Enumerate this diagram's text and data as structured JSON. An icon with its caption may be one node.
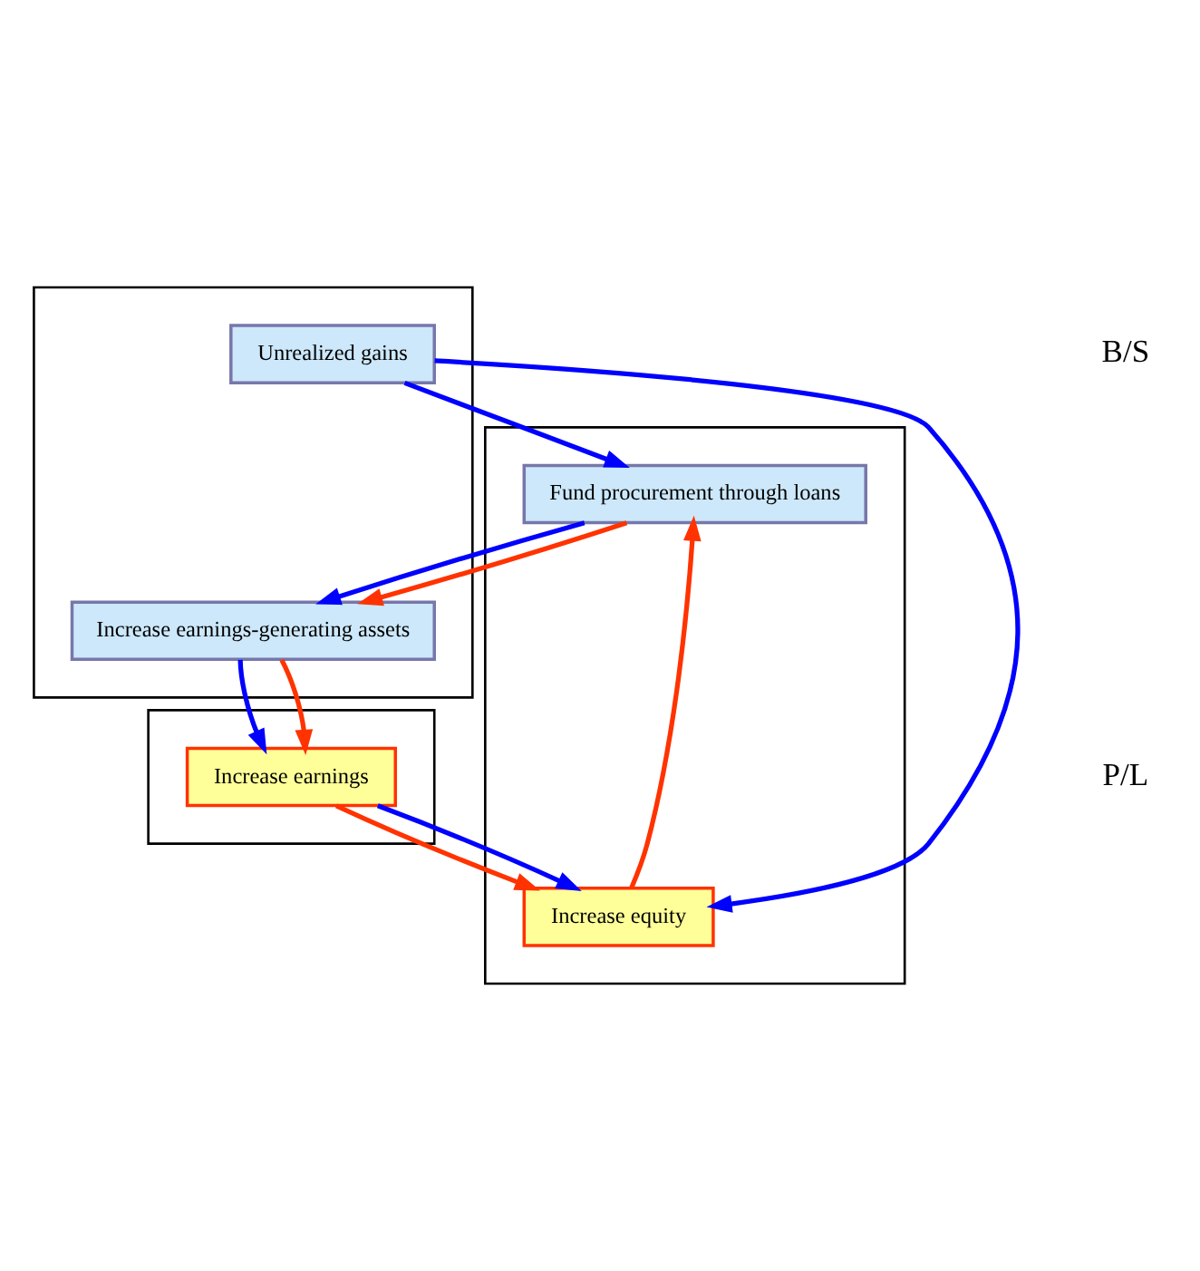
{
  "diagram": {
    "nodes": [
      {
        "text": [],
        "shape": "box"
      },
      {
        "text": [
          "Unrealized gains"
        ],
        "in": 0
      },
      {
        "text": [
          "Increase earnings-generating assets"
        ],
        "in": 0
      },
      {
        "text": [],
        "shape": "box"
      },
      {
        "text": [
          "Fund procurement through loans"
        ],
        "in": 3
      },
      {
        "text": [
          "Increase equity"
        ],
        "in": 3
      },
      {
        "text": [],
        "shape": "box"
      },
      {
        "text": [
          "Increase earnings"
        ],
        "in": 6
      }
    ],
    "edges": [
      {
        "from": 1,
        "to": 4,
        "arrow": "to"
      },
      {
        "from": 1,
        "to": 5,
        "arrow": "to"
      },
      {
        "from": 4,
        "to": 2,
        "arrow": "to"
      },
      {
        "from": 4,
        "to": 2,
        "arrow": "to",
        "color": "#ff3300"
      },
      {
        "from": 2,
        "to": 7,
        "arrow": "to"
      },
      {
        "from": 2,
        "to": 7,
        "arrow": "to",
        "color": "#ff3300"
      },
      {
        "from": 7,
        "to": 5,
        "arrow": "to",
        "color": "#ff3300"
      },
      {
        "from": 7,
        "to": 5,
        "arrow": "to"
      },
      {
        "from": 5,
        "to": 4,
        "arrow": "to",
        "color": "#ff3300"
      }
    ],
    "labels": [
      "B/S",
      "P/L"
    ]
  }
}
